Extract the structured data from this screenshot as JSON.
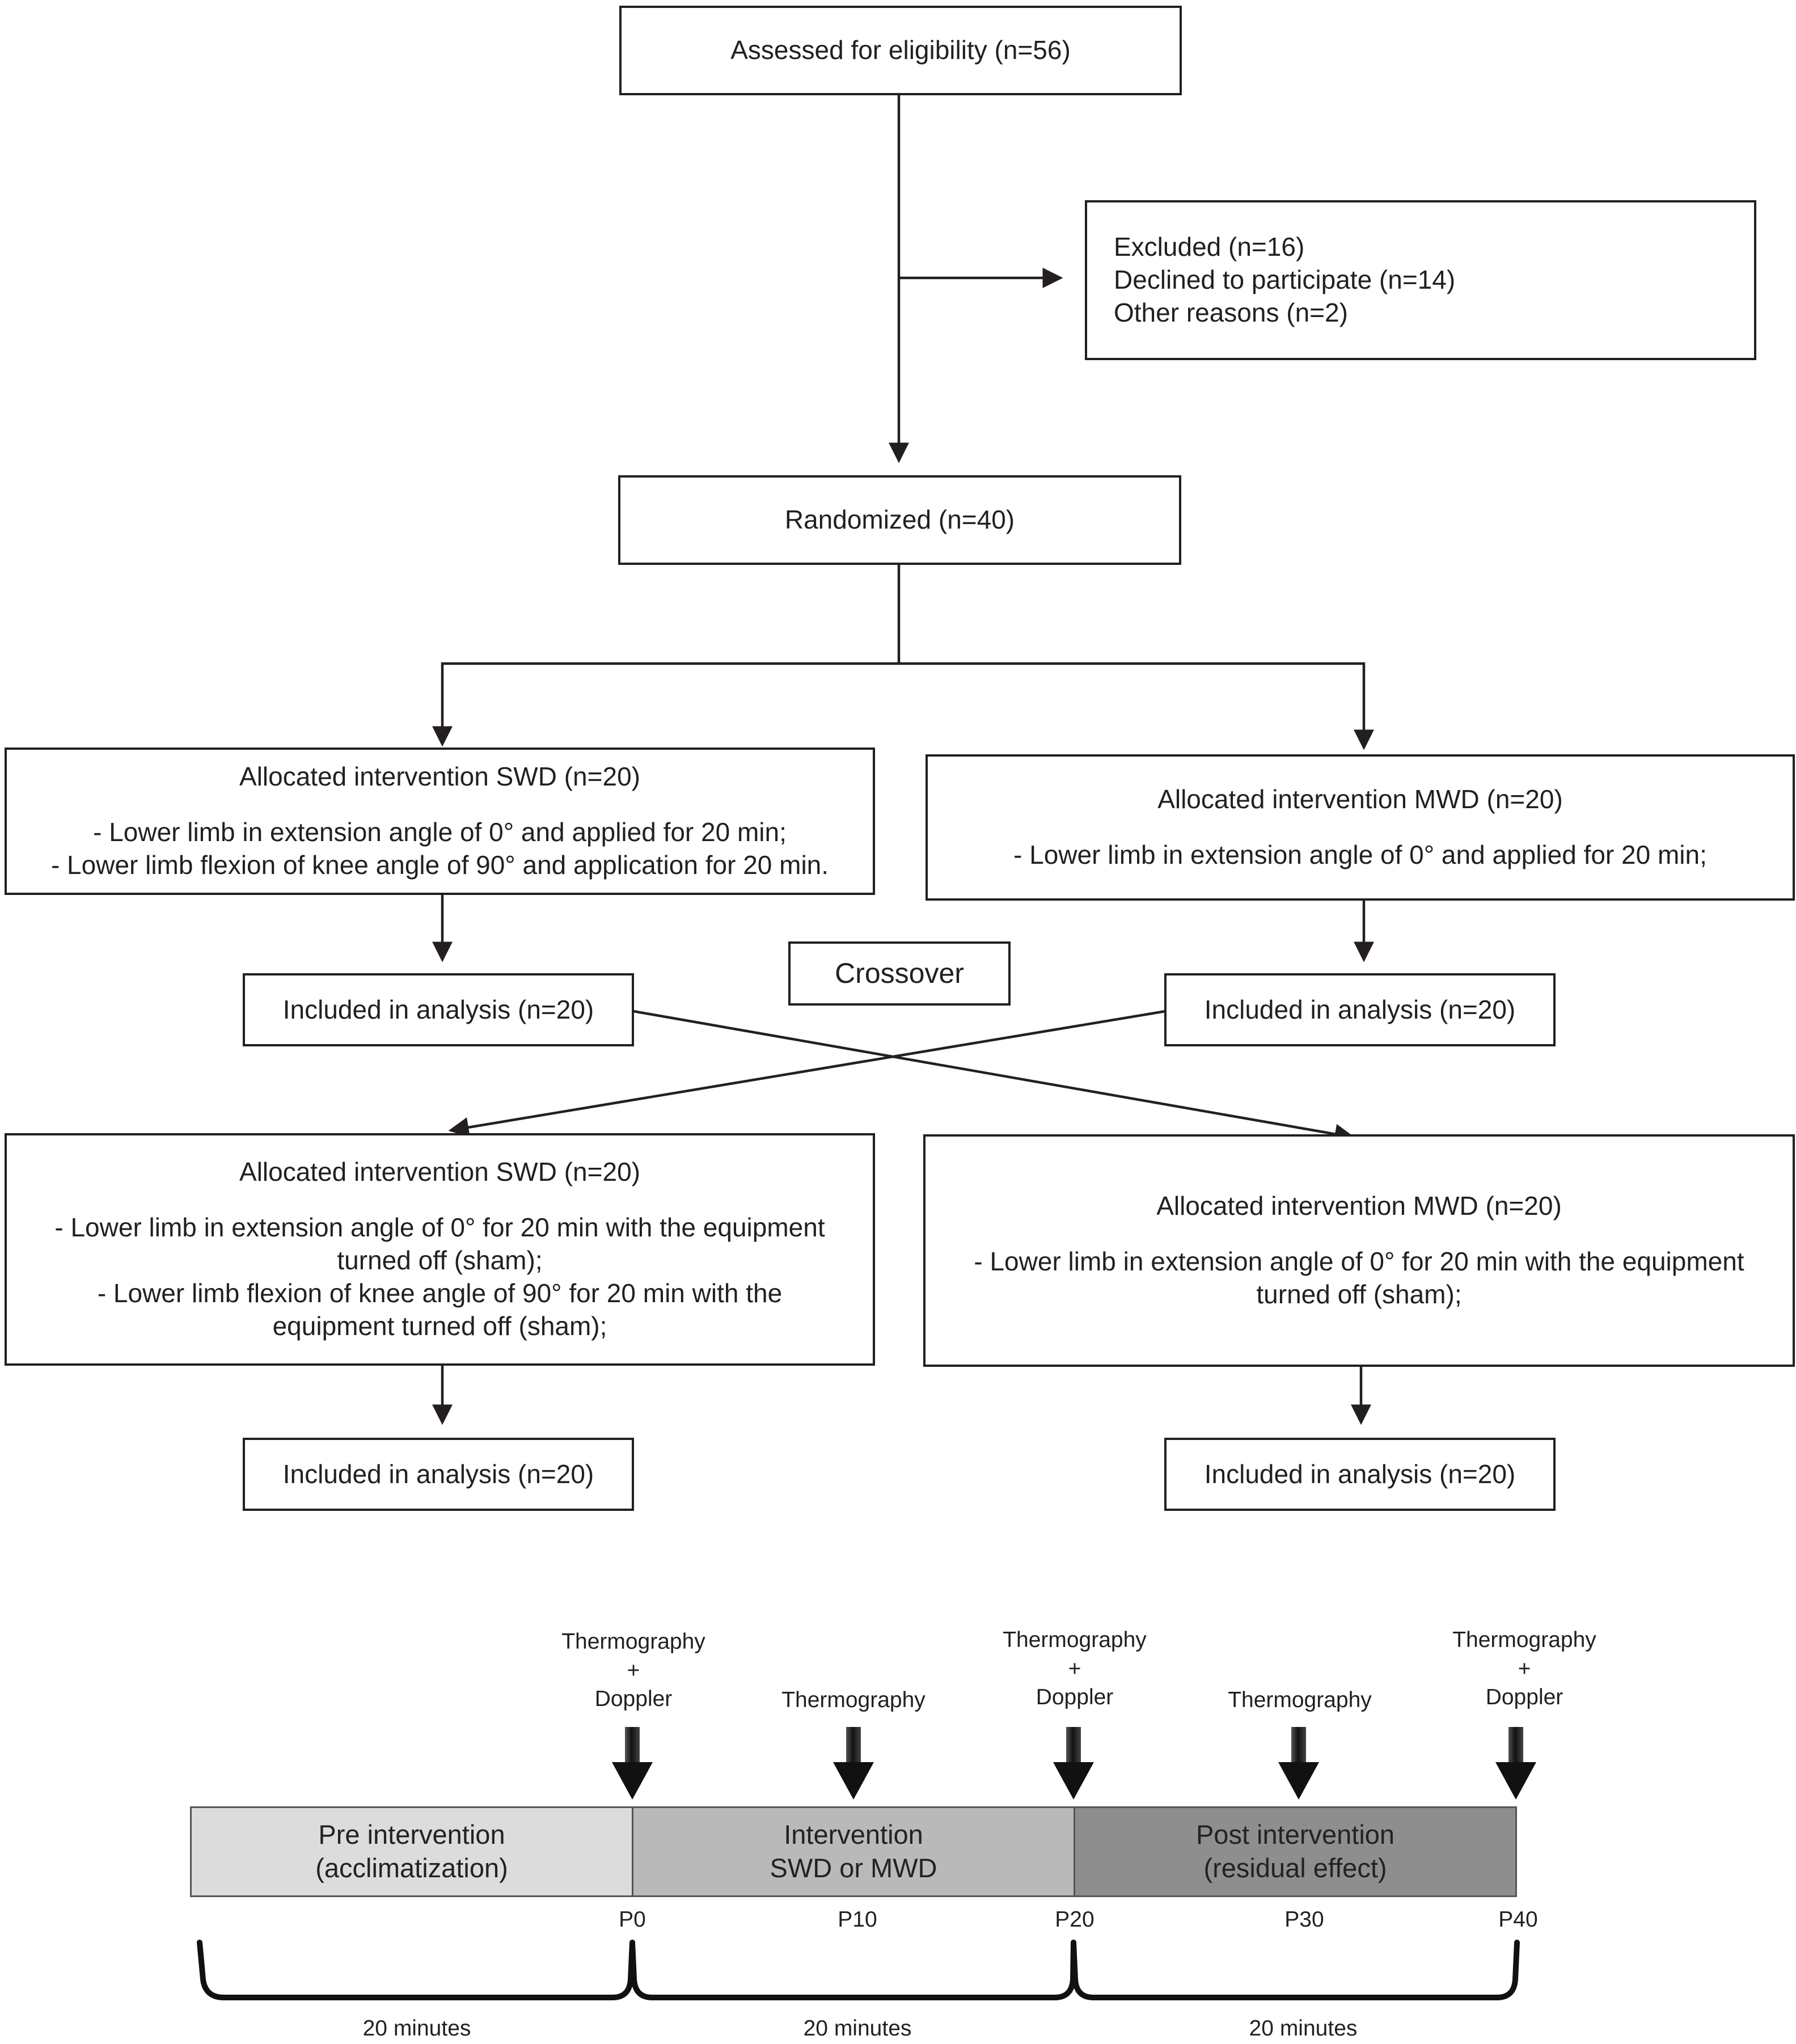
{
  "flow": {
    "eligibility": "Assessed for eligibility (n=56)",
    "excluded": [
      "Excluded (n=16)",
      "Declined to participate (n=14)",
      "Other reasons (n=2)"
    ],
    "randomized": "Randomized (n=40)",
    "crossover": "Crossover",
    "swd1": {
      "title": "Allocated intervention SWD (n=20)",
      "lines": [
        "- Lower limb in extension angle of 0° and applied for 20 min;",
        "- Lower limb flexion of knee angle of 90° and application for 20 min."
      ]
    },
    "mwd1": {
      "title": "Allocated intervention MWD (n=20)",
      "lines": [
        "- Lower limb in extension angle of 0° and applied for 20 min;"
      ]
    },
    "analysis_left_1": "Included in analysis (n=20)",
    "analysis_right_1": "Included in analysis (n=20)",
    "swd2": {
      "title": "Allocated intervention SWD (n=20)",
      "lines": [
        "- Lower limb in extension angle of 0° for 20 min with the equipment",
        "turned off (sham);",
        "- Lower limb flexion of knee angle of 90° for 20 min with the",
        "equipment turned off (sham);"
      ]
    },
    "mwd2": {
      "title": "Allocated intervention MWD (n=20)",
      "lines": [
        "- Lower limb in extension angle of 0° for 20 min with the equipment",
        "turned off (sham);"
      ]
    },
    "analysis_left_2": "Included in analysis (n=20)",
    "analysis_right_2": "Included in analysis (n=20)"
  },
  "timeline": {
    "measures": [
      {
        "lines": [
          "Thermography",
          "+",
          "Doppler"
        ]
      },
      {
        "lines": [
          "Thermography"
        ]
      },
      {
        "lines": [
          "Thermography",
          "+",
          "Doppler"
        ]
      },
      {
        "lines": [
          "Thermography"
        ]
      },
      {
        "lines": [
          "Thermography",
          "+",
          "Doppler"
        ]
      }
    ],
    "segments": [
      {
        "lines": [
          "Pre intervention",
          "(acclimatization)"
        ],
        "color": "#dcdcdc"
      },
      {
        "lines": [
          "Intervention",
          "SWD or MWD"
        ],
        "color": "#b9b9b9"
      },
      {
        "lines": [
          "Post intervention",
          "(residual effect)"
        ],
        "color": "#8e8e8e"
      }
    ],
    "points": [
      "P0",
      "P10",
      "P20",
      "P30",
      "P40"
    ],
    "durations": [
      "20 minutes",
      "20 minutes",
      "20 minutes"
    ]
  }
}
